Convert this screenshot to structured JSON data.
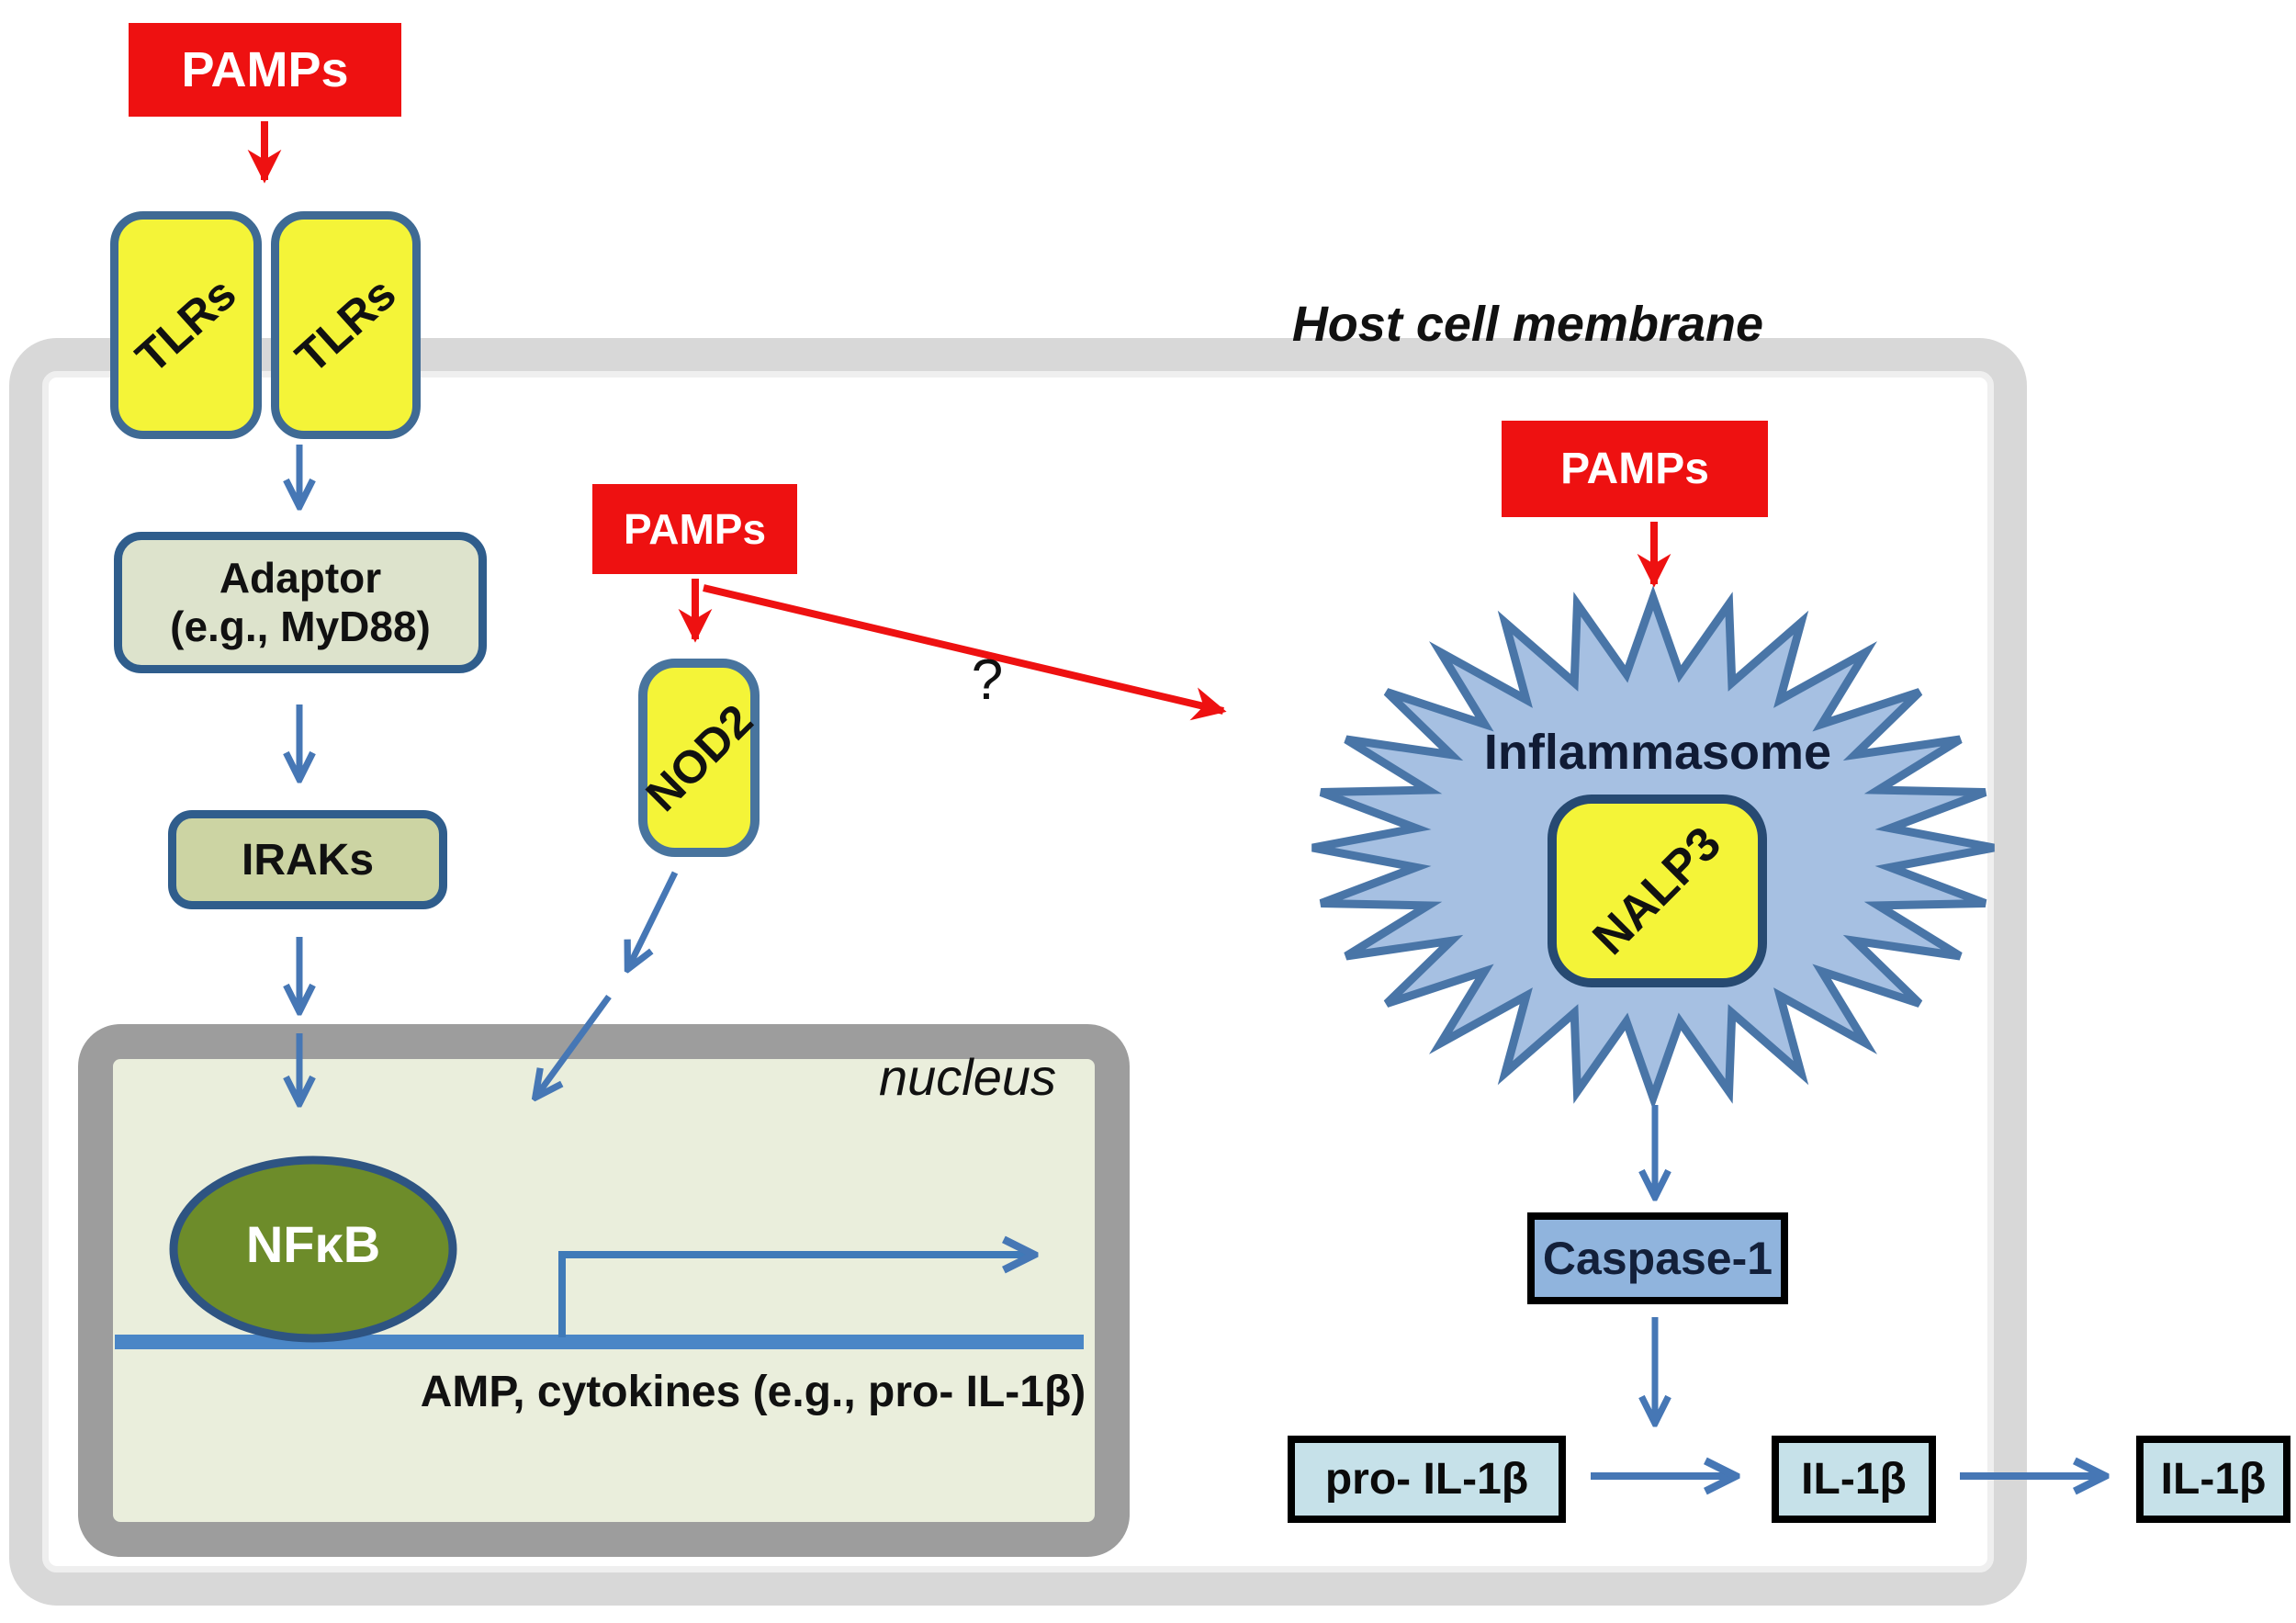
{
  "labels": {
    "host_cell_membrane": "Host cell membrane",
    "nucleus": "nucleus",
    "question_mark": "?"
  },
  "pathway_left": {
    "pamps": "PAMPs",
    "tlr_left": "TLRs",
    "tlr_right": "TLRs",
    "adaptor_line1": "Adaptor",
    "adaptor_line2": "(e.g., MyD88)",
    "iraks": "IRAKs",
    "nfkb": "NFκB",
    "gene_output": "AMP, cytokines (e.g., pro- IL-1β)"
  },
  "pathway_middle": {
    "pamps": "PAMPs",
    "nod2": "NOD2"
  },
  "pathway_right": {
    "pamps": "PAMPs",
    "inflammasome": "Inflammasome",
    "nalp3": "NALP3",
    "caspase1": "Caspase-1",
    "pro_il1b": "pro- IL-1β",
    "il1b": "IL-1β",
    "il1b_secreted": "IL-1β"
  },
  "colors": {
    "pamps_red": "#ee1111",
    "receptor_yellow": "#f4f438",
    "receptor_border_blue": "#3f6a94",
    "adaptor_fill": "#dde3cc",
    "iraks_fill": "#ccd4a3",
    "box_border_blue": "#2f5d8c",
    "membrane_gray": "#d8d8d8",
    "nucleus_fill": "#eaeedc",
    "nucleus_border": "#9d9d9d",
    "nfkb_olive": "#6d8c2a",
    "star_fill": "#a6c0e2",
    "star_border": "#4975a7",
    "caspase_fill": "#90b4dd",
    "il_fill": "#c6e1e9",
    "arrow_blue": "#4677b5",
    "arrow_red": "#ee1111",
    "dna_blue": "#4a86c6"
  }
}
